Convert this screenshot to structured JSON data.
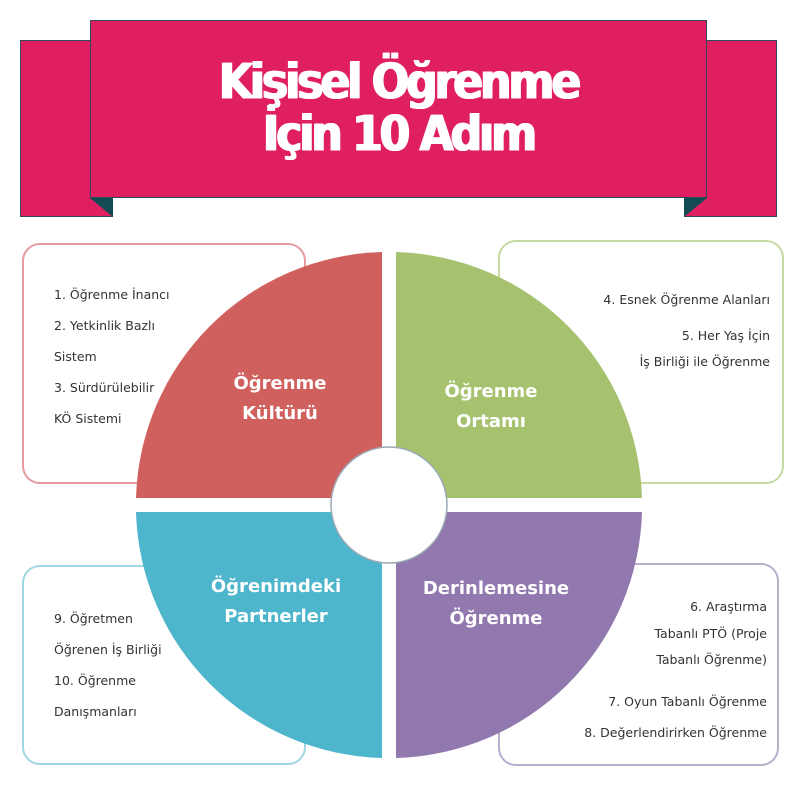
{
  "banner": {
    "title_line1": "Kişisel Öğrenme",
    "title_line2": "İçin 10 Adım",
    "colors": {
      "ribbon": "#E01F60",
      "fold": "#134B55",
      "outline": "#2F4A5A",
      "text": "#FFFFFF"
    }
  },
  "wheel": {
    "center_hole_color": "#FFFFFF",
    "quadrants": [
      {
        "position": "top-left",
        "label_line1": "Öğrenme",
        "label_line2": "Kültürü",
        "color": "#D0605E"
      },
      {
        "position": "top-right",
        "label_line1": "Öğrenme",
        "label_line2": "Ortamı",
        "color": "#A6C26F"
      },
      {
        "position": "bottom-left",
        "label_line1": "Öğrenimdeki",
        "label_line2": "Partnerler",
        "color": "#4DB5CC"
      },
      {
        "position": "bottom-right",
        "label_line1": "Derinlemesine",
        "label_line2": "Öğrenme",
        "color": "#9178AE"
      }
    ]
  },
  "boxes": {
    "top_left": {
      "border_color": "#E59AA0",
      "lines": [
        "1. Öğrenme İnancı",
        "2. Yetkinlik Bazlı",
        "Sistem",
        "3. Sürdürülebilir",
        "KÖ Sistemi"
      ]
    },
    "top_right": {
      "border_color": "#C5D9A0",
      "lines": [
        "4. Esnek Öğrenme Alanları",
        "5. Her Yaş İçin",
        "İş Birliği ile Öğrenme"
      ]
    },
    "bottom_left": {
      "border_color": "#9ED6E2",
      "lines": [
        "9. Öğretmen",
        "Öğrenen İş Birliği",
        "10. Öğrenme",
        "Danışmanları"
      ]
    },
    "bottom_right": {
      "border_color": "#B9AECB",
      "lines": [
        "6. Araştırma",
        "Tabanlı PTÖ (Proje",
        "Tabanlı Öğrenme)",
        "7. Oyun Tabanlı Öğrenme",
        "8. Değerlendirirken Öğrenme"
      ]
    }
  }
}
